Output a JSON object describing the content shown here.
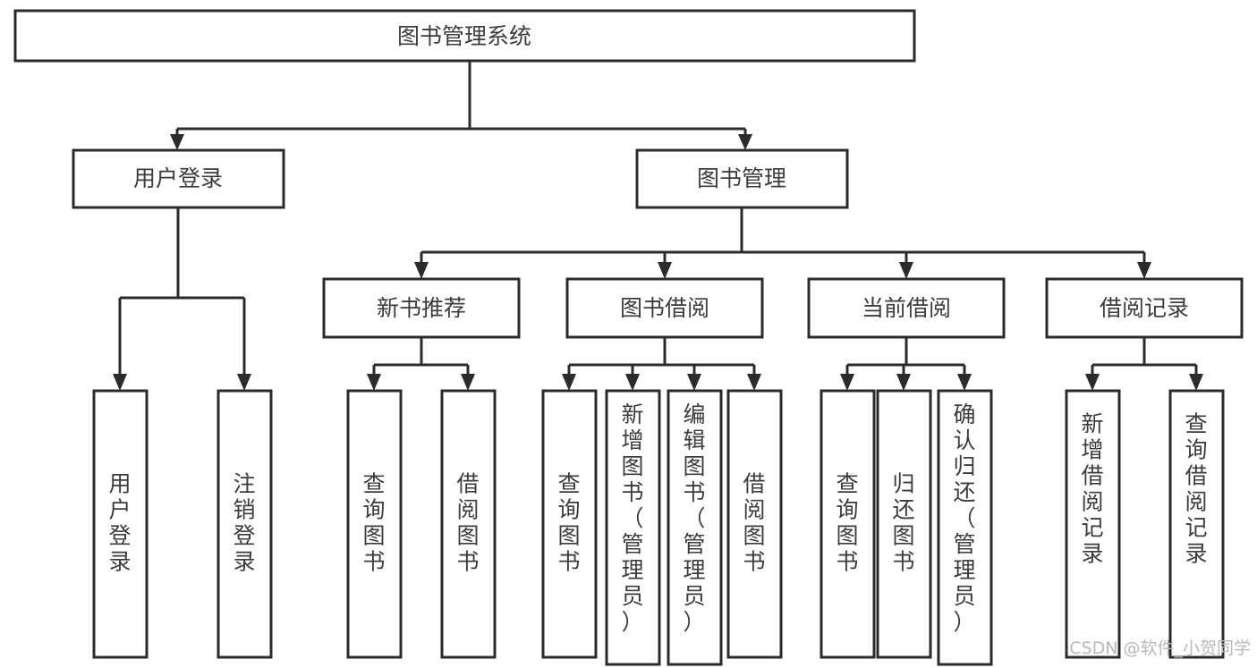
{
  "diagram": {
    "title": "图书管理系统",
    "type": "function-structure-tree",
    "orientation": "top-down",
    "watermark": "CSDN @软件_小贺同学",
    "colors": {
      "stroke": "#2b2b2b",
      "box_fill": "#ffffff",
      "label": "#3c3c3c",
      "background": "#ffffff",
      "watermark": "#b9b9b9"
    },
    "levels": [
      {
        "level": 0,
        "nodes": [
          {
            "id": "root",
            "label": "图书管理系统",
            "orientation": "horizontal"
          }
        ]
      },
      {
        "level": 1,
        "nodes": [
          {
            "id": "user-login",
            "label": "用户登录",
            "orientation": "horizontal",
            "parent": "root"
          },
          {
            "id": "book-manage",
            "label": "图书管理",
            "orientation": "horizontal",
            "parent": "root"
          }
        ]
      },
      {
        "level": 2,
        "nodes": [
          {
            "id": "new-book-rec",
            "label": "新书推荐",
            "orientation": "horizontal",
            "parent": "book-manage"
          },
          {
            "id": "book-borrow",
            "label": "图书借阅",
            "orientation": "horizontal",
            "parent": "book-manage"
          },
          {
            "id": "current-borrow",
            "label": "当前借阅",
            "orientation": "horizontal",
            "parent": "book-manage"
          },
          {
            "id": "borrow-record",
            "label": "借阅记录",
            "orientation": "horizontal",
            "parent": "book-manage"
          }
        ]
      },
      {
        "level": 3,
        "nodes": [
          {
            "id": "leaf-user-login",
            "label": "用户登录",
            "orientation": "vertical",
            "parent": "user-login"
          },
          {
            "id": "leaf-logout",
            "label": "注销登录",
            "orientation": "vertical",
            "parent": "user-login"
          },
          {
            "id": "leaf-query-book-1",
            "label": "查询图书",
            "orientation": "vertical",
            "parent": "new-book-rec"
          },
          {
            "id": "leaf-borrow-book-1",
            "label": "借阅图书",
            "orientation": "vertical",
            "parent": "new-book-rec"
          },
          {
            "id": "leaf-query-book-2",
            "label": "查询图书",
            "orientation": "vertical",
            "parent": "book-borrow"
          },
          {
            "id": "leaf-add-book",
            "label": "新增图书（管理员）",
            "orientation": "vertical",
            "parent": "book-borrow"
          },
          {
            "id": "leaf-edit-book",
            "label": "编辑图书（管理员）",
            "orientation": "vertical",
            "parent": "book-borrow"
          },
          {
            "id": "leaf-borrow-book-2",
            "label": "借阅图书",
            "orientation": "vertical",
            "parent": "book-borrow"
          },
          {
            "id": "leaf-query-book-3",
            "label": "查询图书",
            "orientation": "vertical",
            "parent": "current-borrow"
          },
          {
            "id": "leaf-return-book",
            "label": "归还图书",
            "orientation": "vertical",
            "parent": "current-borrow"
          },
          {
            "id": "leaf-confirm-return",
            "label": "确认归还（管理员）",
            "orientation": "vertical",
            "parent": "current-borrow"
          },
          {
            "id": "leaf-add-record",
            "label": "新增借阅记录",
            "orientation": "vertical",
            "parent": "borrow-record"
          },
          {
            "id": "leaf-query-record",
            "label": "查询借阅记录",
            "orientation": "vertical",
            "parent": "borrow-record"
          }
        ]
      }
    ]
  }
}
